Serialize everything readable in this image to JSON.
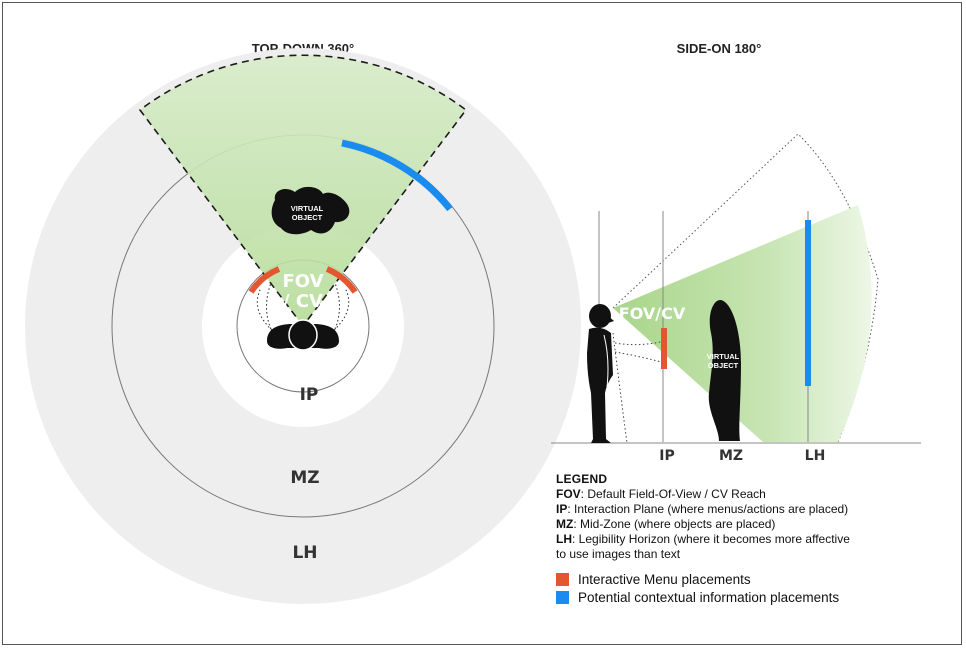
{
  "titles": {
    "top_down": "TOP-DOWN 360°",
    "side_on": "SIDE-ON 180°"
  },
  "top_down": {
    "fov_line1": "FOV",
    "fov_line2": "/ CV",
    "virtual_object_line1": "VIRTUAL",
    "virtual_object_line2": "OBJECT",
    "zone_ip": "IP",
    "zone_mz": "MZ",
    "zone_lh": "LH"
  },
  "side_on": {
    "fov": "FOV/CV",
    "virtual_object_line1": "VIRTUAL",
    "virtual_object_line2": "OBJECT",
    "zone_ip": "IP",
    "zone_mz": "MZ",
    "zone_lh": "LH"
  },
  "legend": {
    "title": "LEGEND",
    "items": [
      {
        "key": "FOV",
        "text": ": Default Field-Of-View / CV Reach"
      },
      {
        "key": "IP",
        "text": ": Interaction Plane (where menus/actions are placed)"
      },
      {
        "key": "MZ",
        "text": ": Mid-Zone (where objects are placed)"
      },
      {
        "key": "LH",
        "text": ": Legibility Horizon (where it becomes more affective"
      }
    ],
    "continuation": "to use images than text",
    "swatches": [
      {
        "label": "Interactive Menu placements",
        "color": "#e4562f"
      },
      {
        "label": "Potential contextual information placements",
        "color": "#1a8cf0"
      }
    ]
  },
  "colors": {
    "zone_gray": "#eeeeee",
    "fov_green": "#cfe6bd",
    "menu_orange": "#e4562f",
    "info_blue": "#1a8cf0"
  }
}
